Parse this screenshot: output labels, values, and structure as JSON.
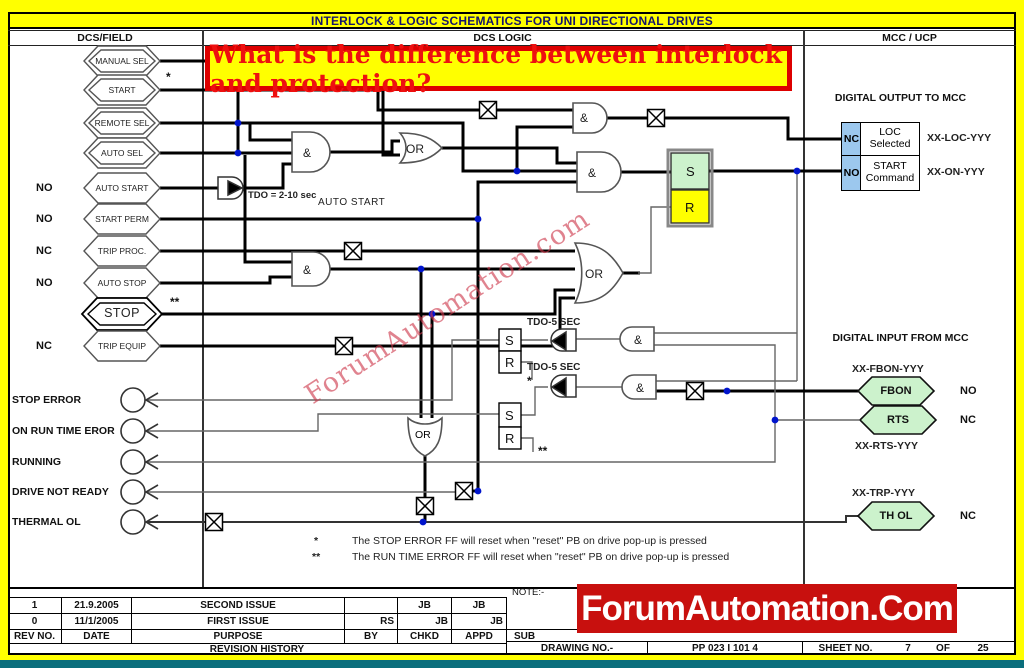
{
  "title": "INTERLOCK & LOGIC SCHEMATICS FOR UNI DIRECTIONAL DRIVES",
  "banner": {
    "question": "What is the difference between interlock and protection?"
  },
  "columns": {
    "left": "DCS/FIELD",
    "center": "DCS LOGIC",
    "right": "MCC / UCP"
  },
  "sym": {
    "and": "&",
    "or": "OR",
    "s": "S",
    "r": "R",
    "star": "*",
    "dstar": "**"
  },
  "labels": {
    "auto_start": "AUTO START",
    "tdo_auto": "TDO = 2-10 sec",
    "tdo_5sec_1": "TDO-5 SEC",
    "tdo_5sec_2": "TDO-5 SEC",
    "digital_output": "DIGITAL OUTPUT TO MCC",
    "digital_input": "DIGITAL INPUT FROM MCC"
  },
  "field_inputs": [
    {
      "label": "MANUAL SEL",
      "contact": "",
      "mark": ""
    },
    {
      "label": "START",
      "contact": "",
      "mark": "*"
    },
    {
      "label": "REMOTE SEL",
      "contact": "",
      "mark": ""
    },
    {
      "label": "AUTO SEL",
      "contact": "",
      "mark": ""
    },
    {
      "label": "AUTO START",
      "contact": "NO",
      "mark": ""
    },
    {
      "label": "START PERM",
      "contact": "NO",
      "mark": ""
    },
    {
      "label": "TRIP PROC.",
      "contact": "NC",
      "mark": ""
    },
    {
      "label": "AUTO STOP",
      "contact": "NO",
      "mark": ""
    },
    {
      "label": "STOP",
      "contact": "",
      "mark": "**"
    },
    {
      "label": "TRIP EQUIP",
      "contact": "NC",
      "mark": ""
    }
  ],
  "status_outputs": [
    {
      "label": "STOP ERROR"
    },
    {
      "label": "ON RUN TIME EROR"
    },
    {
      "label": "RUNNING"
    },
    {
      "label": "DRIVE NOT READY"
    },
    {
      "label": "THERMAL OL"
    }
  ],
  "mcc_outputs": [
    {
      "contact": "NC",
      "label": "LOC Selected",
      "tag": "XX-LOC-YYY"
    },
    {
      "contact": "NO",
      "label": "START Command",
      "tag": "XX-ON-YYY"
    }
  ],
  "mcc_inputs": [
    {
      "tag": "XX-FBON-YYY",
      "label": "FBON",
      "contact": "NO"
    },
    {
      "tag": "XX-RTS-YYY",
      "label": "RTS",
      "contact": "NC"
    },
    {
      "tag": "XX-TRP-YYY",
      "label": "TH OL",
      "contact": "NC"
    }
  ],
  "notes": [
    {
      "mark": "*",
      "text": "The STOP ERROR FF will reset when \"reset\" PB on drive pop-up is pressed"
    },
    {
      "mark": "**",
      "text": "The RUN TIME ERROR FF will reset when \"reset\" PB on drive pop-up is pressed"
    }
  ],
  "titleblock": {
    "note_label": "NOTE:-",
    "revisions": [
      {
        "rev": "1",
        "date": "21.9.2005",
        "purpose": "SECOND ISSUE",
        "by": "",
        "chkd": "JB",
        "appd": "JB"
      },
      {
        "rev": "0",
        "date": "11/1/2005",
        "purpose": "FIRST ISSUE",
        "by": "RS",
        "chkd": "JB",
        "appd": "JB"
      }
    ],
    "headers": {
      "rev": "REV NO.",
      "date": "DATE",
      "purpose": "PURPOSE",
      "by": "BY",
      "chkd": "CHKD",
      "appd": "APPD"
    },
    "revision_history": "REVISION HISTORY",
    "sub": "SUB",
    "drawing_label": "DRAWING NO.-",
    "drawing_no": "PP 023 I 101 4",
    "sheet_label": "SHEET NO.",
    "sheet_no": "7",
    "of": "OF",
    "total_sheets": "25"
  },
  "brand": "ForumAutomation.Com",
  "watermark": "ForumAutomation.com",
  "colors": {
    "frame_yellow": "#ffff00",
    "banner_red": "#dd0000",
    "brand_red": "#c8100e",
    "latch_set_green": "#ccf2cc",
    "latch_reset_yellow": "#ffff00",
    "io_cell_blue": "#9cc8ee",
    "junction_blue": "#0014cc",
    "title_navy": "#14146e"
  }
}
